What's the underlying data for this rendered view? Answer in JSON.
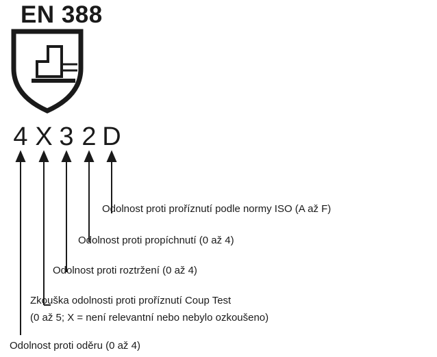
{
  "standard_label": "EN 388",
  "pictogram": {
    "icon": "mechanical-risk-glove-icon"
  },
  "performance_code": [
    "4",
    "X",
    "3",
    "2",
    "D"
  ],
  "captions": {
    "cut_iso": "Odolnost proti proříznutí podle normy ISO (A až F)",
    "puncture": "Odolnost proti propíchnutí (0 až 4)",
    "tear": "Odolnost proti roztržení (0 až 4)",
    "coup_test_line1": "Zkouška odolnosti proti proříznutí Coup Test",
    "coup_test_line2": "(0 až 5; X = není relevantní nebo nebylo ozkoušeno)",
    "abrasion": "Odolnost proti oděru (0 až 4)"
  }
}
